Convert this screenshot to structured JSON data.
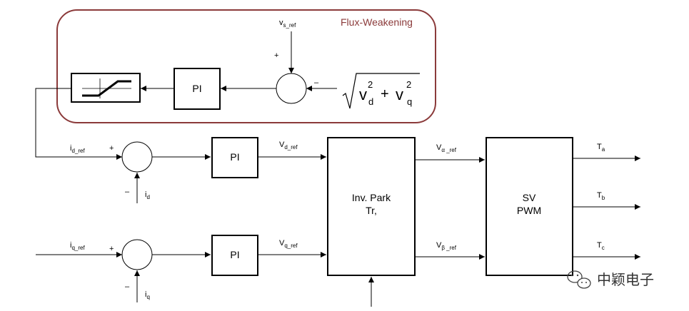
{
  "flux_weakening": {
    "title": "Flux-Weakening",
    "border_color": "#8b3a3a",
    "vs_ref": {
      "main": "v",
      "sub": "s_ref"
    },
    "plus": "+",
    "minus": "–",
    "limiter_icon": "saturation-limiter-icon",
    "pi_label": "PI",
    "sqrt_expr": {
      "v": "v",
      "d": "d",
      "q": "q",
      "exp": "2",
      "plus": "+"
    }
  },
  "d_path": {
    "input": {
      "main": "i",
      "sub": "d_ref"
    },
    "plus": "+",
    "minus": "–",
    "feedback": {
      "main": "i",
      "sub": "d"
    },
    "pi_label": "PI",
    "output": {
      "main": "V",
      "sub": "d_ref"
    }
  },
  "q_path": {
    "input": {
      "main": "i",
      "sub": "q_ref"
    },
    "plus": "+",
    "minus": "–",
    "feedback": {
      "main": "i",
      "sub": "q"
    },
    "pi_label": "PI",
    "output": {
      "main": "V",
      "sub": "q_ref"
    }
  },
  "inv_park": {
    "line1": "Inv. Park",
    "line2": "Tr,"
  },
  "svpwm": {
    "line1": "SV",
    "line2": "PWM",
    "in_alpha": {
      "main": "V",
      "sub": "α _ref"
    },
    "in_beta": {
      "main": "V",
      "sub": "β _ref"
    },
    "outputs": [
      {
        "main": "T",
        "sub": "a"
      },
      {
        "main": "T",
        "sub": "b"
      },
      {
        "main": "T",
        "sub": "c"
      }
    ]
  },
  "watermark": {
    "icon": "wechat-icon",
    "text": "中颖电子"
  }
}
